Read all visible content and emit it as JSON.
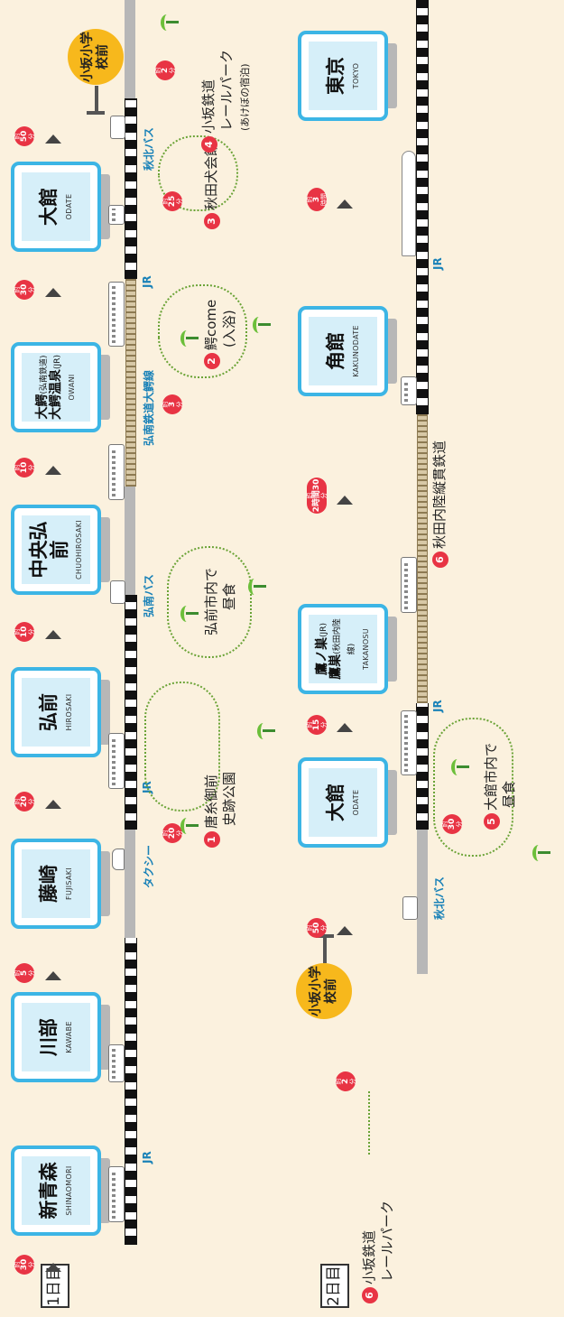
{
  "day1": {
    "label": "1日目",
    "stations": [
      {
        "name": "新青森",
        "roman": "SHINAOMORI"
      },
      {
        "name": "川部",
        "roman": "KAWABE"
      },
      {
        "name": "藤崎",
        "roman": "FUJISAKI"
      },
      {
        "name": "弘前",
        "roman": "HIROSAKI"
      },
      {
        "name": "中央弘前",
        "roman": "CHUOHIROSAKI"
      },
      {
        "name": "大鰐",
        "name_sub": "(弘南鉄道)",
        "name2": "大鰐温泉",
        "name2_sub": "(JR)",
        "roman": "OWANI"
      },
      {
        "name": "大館",
        "roman": "ODATE"
      }
    ],
    "times": [
      {
        "pre": "約",
        "val": "30",
        "unit": "分"
      },
      {
        "pre": "約",
        "val": "5",
        "unit": "分"
      },
      {
        "pre": "約",
        "val": "20",
        "unit": "分"
      },
      {
        "pre": "約",
        "val": "10",
        "unit": "分"
      },
      {
        "pre": "約",
        "val": "10",
        "unit": "分"
      },
      {
        "pre": "約",
        "val": "30",
        "unit": "分"
      },
      {
        "pre": "約",
        "val": "50",
        "unit": "分"
      }
    ],
    "line_labels": [
      "JR",
      "タクシー",
      "JR",
      "弘南バス",
      "弘南鉄道大鰐線",
      "JR",
      "秋北バス"
    ],
    "stop_name": "小坂小学校前",
    "spots": [
      {
        "num": "1",
        "line1": "唐糸御前",
        "line2": "史跡公園",
        "time": {
          "pre": "約",
          "val": "20",
          "unit": "分"
        }
      },
      {
        "num": "",
        "line1": "弘前市内で",
        "line2": "昼食"
      },
      {
        "num": "2",
        "line1": "鰐come",
        "line2": "(入浴)",
        "time": {
          "pre": "約",
          "val": "3",
          "unit": "分"
        }
      },
      {
        "num": "3",
        "line1": "秋田犬会館",
        "line2": "",
        "time": {
          "pre": "約",
          "val": "25",
          "unit": "分"
        }
      },
      {
        "num": "4",
        "line1": "小坂鉄道",
        "line2": "レールパーク",
        "line3": "(あけぼの宿泊)",
        "time": {
          "pre": "約",
          "val": "2",
          "unit": "分"
        }
      }
    ]
  },
  "day2": {
    "label": "2日目",
    "start_num": "6",
    "start_line1": "小坂鉄道",
    "start_line2": "レールパーク",
    "start_time": {
      "pre": "約",
      "val": "2",
      "unit": "分"
    },
    "stop_name": "小坂小学校前",
    "stations": [
      {
        "name": "大館",
        "roman": "ODATE"
      },
      {
        "name": "鷹ノ巣",
        "name_sub": "(JR)",
        "name2": "鷹巣",
        "name2_sub": "(秋田内陸線)",
        "roman": "TAKANOSU"
      },
      {
        "name": "角館",
        "roman": "KAKUNODATE"
      },
      {
        "name": "東京",
        "roman": "TOKYO"
      }
    ],
    "times": [
      {
        "pre": "約",
        "val": "50",
        "unit": "分"
      },
      {
        "pre": "約",
        "val": "15",
        "unit": "分"
      },
      {
        "pre": "約",
        "val": "2時間30",
        "unit": "分"
      },
      {
        "pre": "約",
        "val": "3",
        "unit": "時間"
      }
    ],
    "line_labels": [
      "秋北バス",
      "JR",
      "JR"
    ],
    "rail_label_num": "6",
    "rail_label": "秋田内陸縦貫鉄道",
    "lunch_num": "5",
    "lunch_line1": "大館市内で",
    "lunch_line2": "昼食",
    "lunch_time": {
      "pre": "約",
      "val": "30",
      "unit": "分"
    }
  }
}
